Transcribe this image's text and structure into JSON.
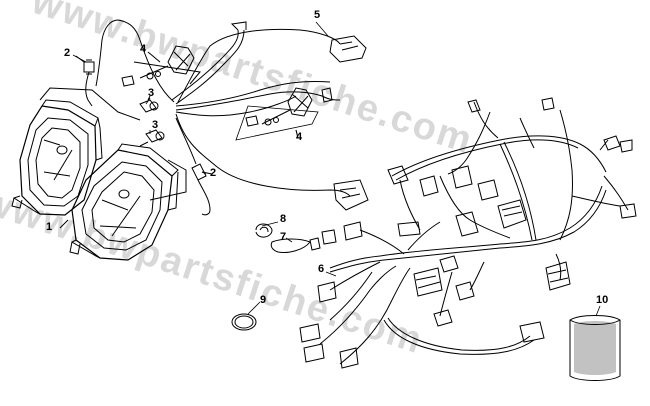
{
  "watermark": {
    "text": "www.bwpartsfiche.com"
  },
  "callouts": {
    "c1": "1",
    "c2a": "2",
    "c2b": "2",
    "c3a": "3",
    "c3b": "3",
    "c4a": "4",
    "c4b": "4",
    "c5": "5",
    "c6": "6",
    "c7": "7",
    "c8": "8",
    "c9": "9",
    "c10": "10"
  },
  "colors": {
    "line": "#000000",
    "watermark": "#d8d8d8",
    "background": "#ffffff"
  }
}
